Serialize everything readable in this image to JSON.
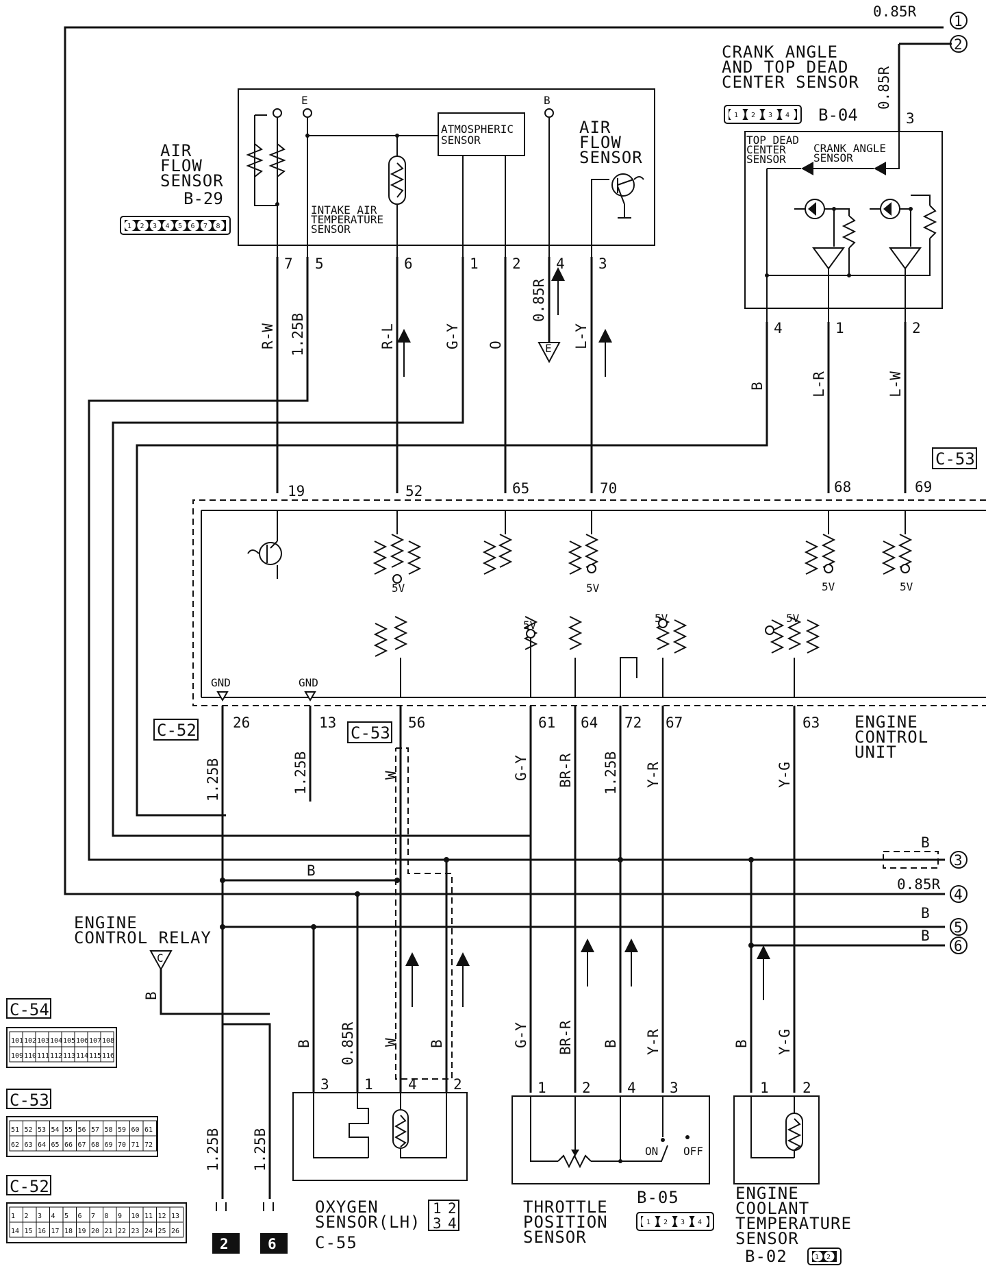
{
  "components": {
    "air_flow_sensor_left": {
      "label": [
        "AIR",
        "FLOW",
        "SENSOR"
      ],
      "connector": "B-29",
      "pins": [
        "1",
        "2",
        "3",
        "4",
        "5",
        "6",
        "7",
        "8"
      ]
    },
    "air_flow_sensor_right": {
      "label": [
        "AIR",
        "FLOW",
        "SENSOR"
      ]
    },
    "atmospheric_sensor": {
      "label": [
        "ATMOSPHERIC",
        "SENSOR"
      ]
    },
    "intake_air_temp_sensor": {
      "label": [
        "INTAKE AIR",
        "TEMPERATURE",
        "SENSOR"
      ]
    },
    "crank_angle_tdc_sensor": {
      "label": [
        "CRANK ANGLE",
        "AND TOP DEAD",
        "CENTER SENSOR"
      ],
      "connector": "B-04",
      "pins": [
        "1",
        "2",
        "3",
        "4"
      ],
      "tdc_label": [
        "TOP DEAD",
        "CENTER",
        "SENSOR"
      ],
      "crank_label": [
        "CRANK ANGLE",
        "SENSOR"
      ]
    },
    "engine_control_unit": {
      "label": [
        "ENGINE",
        "CONTROL",
        "UNIT"
      ]
    },
    "engine_control_relay": {
      "label": [
        "ENGINE",
        "CONTROL RELAY"
      ],
      "symbol": "C"
    },
    "oxygen_sensor": {
      "label": [
        "OXYGEN",
        "SENSOR(LH)"
      ],
      "connector": "C-55",
      "pins": [
        "1",
        "2",
        "3",
        "4"
      ]
    },
    "throttle_position_sensor": {
      "label": [
        "THROTTLE",
        "POSITION",
        "SENSOR"
      ],
      "connector": "B-05",
      "pins": [
        "1",
        "2",
        "3",
        "4"
      ],
      "switch_on": "ON",
      "switch_off": "OFF"
    },
    "coolant_temp_sensor": {
      "label": [
        "ENGINE",
        "COOLANT",
        "TEMPERATURE",
        "SENSOR"
      ],
      "connector": "B-02",
      "pins": [
        "1",
        "2"
      ]
    }
  },
  "sensor_markers": {
    "e": "E",
    "b": "B"
  },
  "ecu_labels": {
    "gnd": "GND",
    "five_v": "5V"
  },
  "afs_pins": {
    "p7": "7",
    "p5": "5",
    "p6": "6",
    "p1": "1",
    "p2": "2",
    "p4": "4",
    "p3": "3"
  },
  "cas_pins": {
    "p3": "3",
    "p4": "4",
    "p1": "1",
    "p2": "2"
  },
  "ecu_pins": {
    "p19": "19",
    "p52": "52",
    "p65": "65",
    "p70": "70",
    "p68": "68",
    "p69": "69",
    "p26": "26",
    "p13": "13",
    "p56": "56",
    "p61": "61",
    "p64": "64",
    "p72": "72",
    "p67": "67",
    "p63": "63"
  },
  "o2_pins": {
    "p3": "3",
    "p1": "1",
    "p4": "4",
    "p2": "2"
  },
  "tps_pins": {
    "p1": "1",
    "p2": "2",
    "p4": "4",
    "p3": "3"
  },
  "ect_pins": {
    "p1": "1",
    "p2": "2"
  },
  "wire_colors": {
    "rw": "R-W",
    "b125": "1.25B",
    "rl": "R-L",
    "gy": "G-Y",
    "o": "O",
    "r085": "0.85R",
    "ly": "L-Y",
    "b": "B",
    "lr": "L-R",
    "lw": "L-W",
    "w": "W",
    "brr": "BR-R",
    "yr": "Y-R",
    "yg": "Y-G"
  },
  "ground_marker": "E",
  "references": {
    "r1": "1",
    "r2": "2",
    "r3": "3",
    "r4": "4",
    "r5": "5",
    "r6": "6"
  },
  "ground_points": {
    "g2": "2",
    "g6": "6"
  },
  "ecu_connectors": {
    "c52": "C-52",
    "c53": "C-53",
    "c54": "C-54"
  },
  "connector_c54": {
    "top": [
      "101",
      "102",
      "103",
      "104",
      "105",
      "106",
      "107",
      "108"
    ],
    "bottom": [
      "109",
      "110",
      "111",
      "112",
      "113",
      "114",
      "115",
      "116"
    ]
  },
  "connector_c53": {
    "top": [
      "51",
      "52",
      "53",
      "54",
      "55",
      "56",
      "57",
      "58",
      "59",
      "60",
      "61"
    ],
    "bottom": [
      "62",
      "63",
      "64",
      "65",
      "66",
      "67",
      "68",
      "69",
      "70",
      "71",
      "72"
    ]
  },
  "connector_c52": {
    "top": [
      "1",
      "2",
      "3",
      "4",
      "5",
      "6",
      "7",
      "8",
      "9",
      "10",
      "11",
      "12",
      "13"
    ],
    "bottom": [
      "14",
      "15",
      "16",
      "17",
      "18",
      "19",
      "20",
      "21",
      "22",
      "23",
      "24",
      "25",
      "26"
    ]
  }
}
